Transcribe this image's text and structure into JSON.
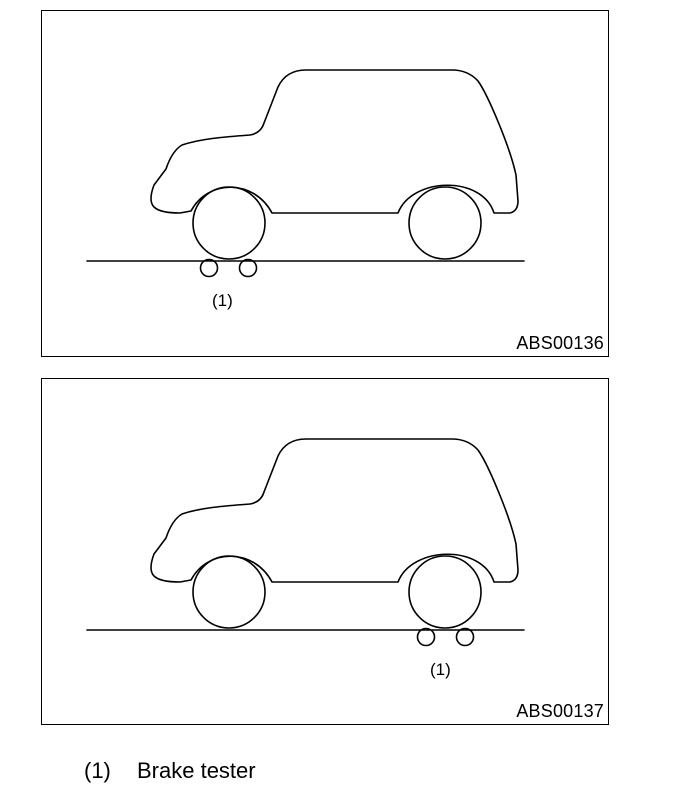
{
  "figures": [
    {
      "code": "ABS00136",
      "callout": "(1)",
      "tester_position": "front"
    },
    {
      "code": "ABS00137",
      "callout": "(1)",
      "tester_position": "rear"
    }
  ],
  "legend": {
    "key": "(1)",
    "text": "Brake tester"
  },
  "colors": {
    "line": "#000000",
    "background": "#ffffff"
  }
}
